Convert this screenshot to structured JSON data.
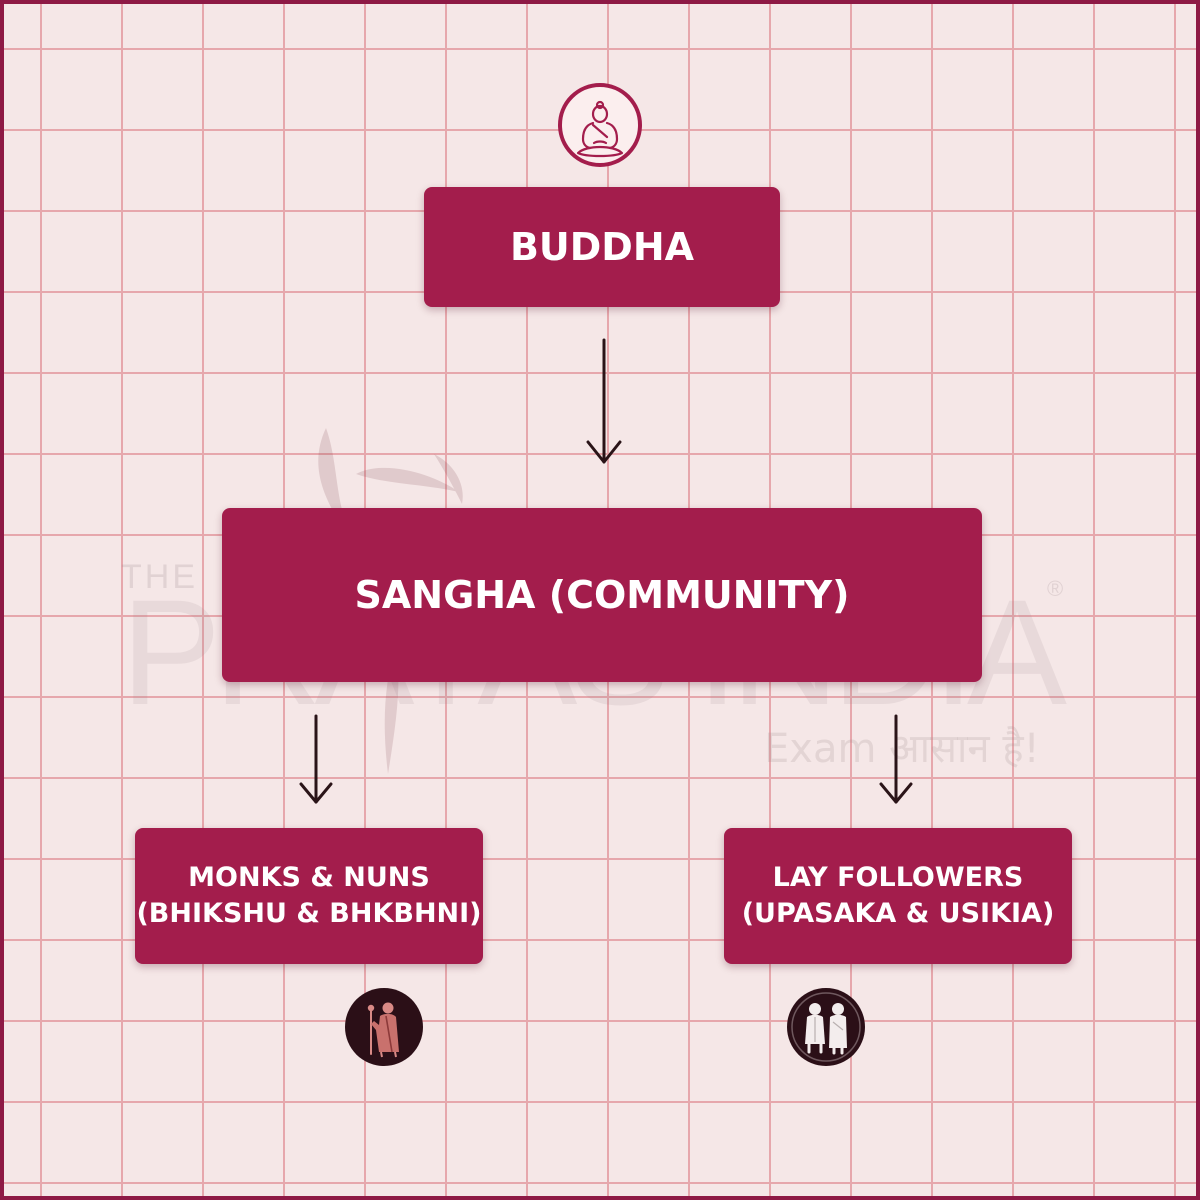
{
  "diagram": {
    "top_node": {
      "label": "BUDDHA",
      "icon": "buddha-icon"
    },
    "middle_node": {
      "label": "SANGHA (COMMUNITY)"
    },
    "left_node": {
      "line1": "MONKS & NUNS",
      "line2": "(BHIKSHU & BHKBHNI)",
      "icon": "monk-icon"
    },
    "right_node": {
      "line1": "LAY FOLLOWERS",
      "line2": "(UPASAKA & USIKIA)",
      "icon": "lay-followers-icon"
    }
  },
  "watermark": {
    "prefix": "THE",
    "name": "PRAYAS INDIA",
    "tagline": "Exam आसान है!",
    "registered": "®"
  },
  "colors": {
    "box": "#a31d4c",
    "border": "#8e1a45",
    "background": "#f5e7e7",
    "grid": "#e6a7ac",
    "arrow": "#2a1418",
    "icon_dark": "#2b0f17"
  }
}
